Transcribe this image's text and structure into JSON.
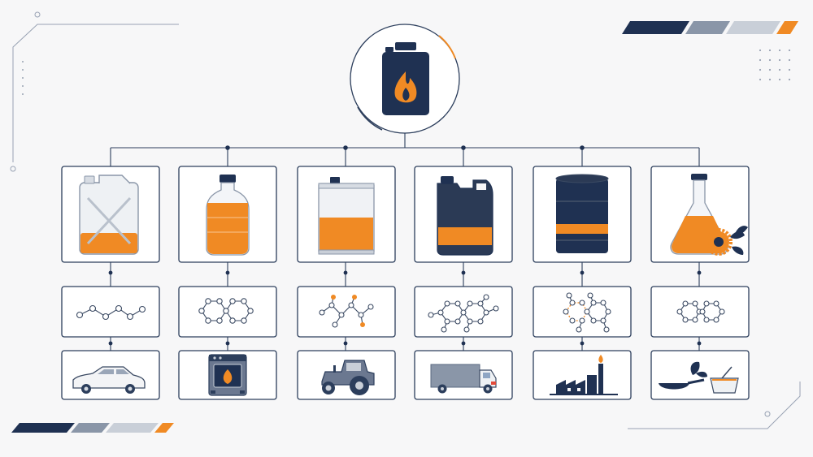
{
  "colors": {
    "navy": "#1f3152",
    "orange": "#f08a24",
    "gray": "#8a96a8",
    "lightgray": "#c9cfd8",
    "line": "#2c3e5c"
  },
  "root": {
    "icon": "fuel-canister-flame-icon"
  },
  "branches": [
    {
      "container_icon": "jerrycan-icon",
      "fill_level": 0.3,
      "molecule_icon": "linear-chain-molecule-icon",
      "application_icon": "car-icon"
    },
    {
      "container_icon": "plastic-bottle-icon",
      "fill_level": 0.65,
      "molecule_icon": "fused-ring-molecule-icon",
      "application_icon": "stove-icon"
    },
    {
      "container_icon": "metal-tin-icon",
      "fill_level": 0.45,
      "molecule_icon": "branched-molecule-icon",
      "application_icon": "tractor-icon"
    },
    {
      "container_icon": "dark-canister-icon",
      "fill_level": 0.25,
      "molecule_icon": "polycyclic-molecule-icon",
      "application_icon": "truck-icon"
    },
    {
      "container_icon": "oil-drum-icon",
      "fill_level": 0.15,
      "molecule_icon": "aromatic-molecule-icon",
      "application_icon": "factory-icon"
    },
    {
      "container_icon": "flask-sunflower-icon",
      "fill_level": 0.4,
      "molecule_icon": "twin-ring-molecule-icon",
      "application_icon": "cooking-pan-icon"
    }
  ],
  "decorations": {
    "top_right_bars": [
      "navy",
      "gray",
      "lightgray",
      "orange"
    ],
    "bottom_left_bars": [
      "navy",
      "gray",
      "lightgray",
      "orange"
    ]
  }
}
